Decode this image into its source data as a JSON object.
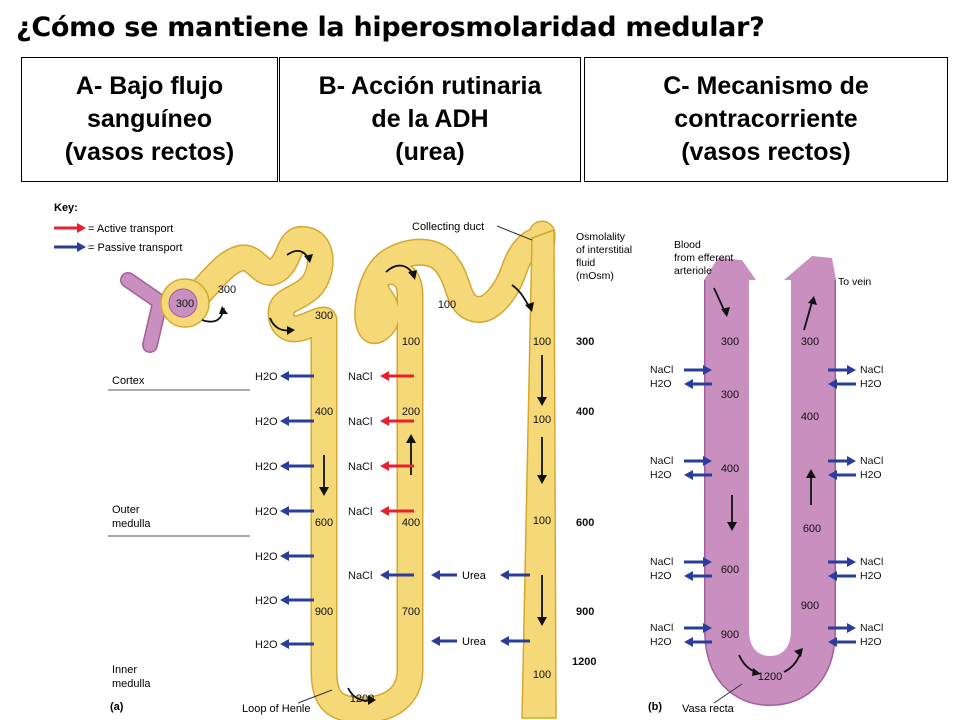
{
  "title": "¿Cómo se mantiene la hiperosmolaridad medular?",
  "options": [
    {
      "lines": [
        "A- Bajo flujo",
        "sanguíneo",
        "(vasos rectos)"
      ]
    },
    {
      "lines": [
        "B- Acción rutinaria",
        "de la ADH",
        "(urea)"
      ]
    },
    {
      "lines": [
        "C- Mecanismo de",
        "contracorriente",
        "(vasos rectos)"
      ]
    }
  ],
  "colors": {
    "tubule": "#f5d878",
    "tubule_outline": "#d4a830",
    "vessel": "#c98fbf",
    "vessel_outline": "#a0609a",
    "active": "#e8202f",
    "passive": "#2a3d9a"
  },
  "figure": {
    "key": {
      "title": "Key:",
      "active": "= Active transport",
      "passive": "= Passive transport"
    },
    "zones": {
      "cortex": "Cortex",
      "outer": [
        "Outer",
        "medulla"
      ],
      "inner": [
        "Inner",
        "medulla"
      ]
    },
    "labels": {
      "collecting_duct": "Collecting duct",
      "osmolality": [
        "Osmolality",
        "of interstitial",
        "fluid",
        "(mOsm)"
      ],
      "blood": [
        "Blood",
        "from efferent",
        "arteriole"
      ],
      "to_vein": "To vein",
      "loop": "Loop of Henle",
      "vasa": "Vasa recta",
      "panel_a": "(a)",
      "panel_b": "(b)"
    },
    "tubule_values": {
      "glomerulus": "300",
      "pct": [
        "300",
        "300"
      ],
      "desc": [
        "400",
        "600",
        "900",
        "1200"
      ],
      "asc": [
        "100",
        "200",
        "400",
        "700"
      ],
      "dct": "100",
      "duct": [
        "100",
        "100",
        "100",
        "100"
      ]
    },
    "interstitial": [
      "300",
      "400",
      "600",
      "900",
      "1200"
    ],
    "vasa_values": {
      "desc": [
        "300",
        "300",
        "400",
        "600",
        "900"
      ],
      "asc": [
        "300",
        "400",
        "600",
        "900"
      ],
      "bottom": "1200"
    },
    "h2o": "H2O",
    "nacl": "NaCl",
    "urea": "Urea"
  }
}
